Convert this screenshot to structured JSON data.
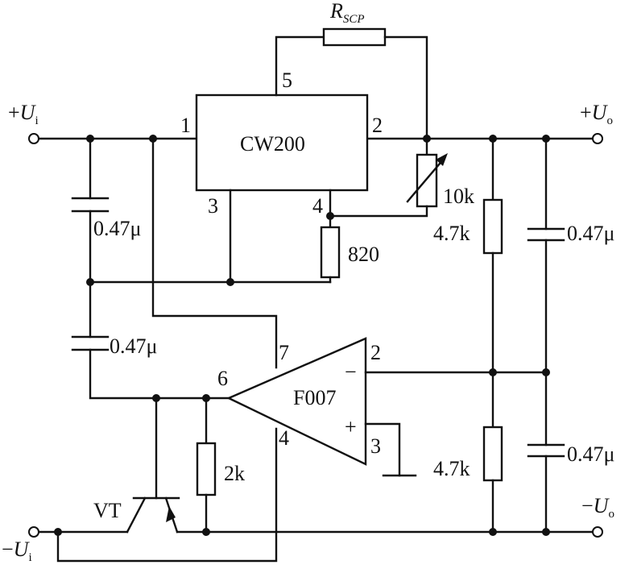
{
  "diagram": {
    "ic1": {
      "name": "CW200",
      "pins": {
        "p1": "1",
        "p2": "2",
        "p3": "3",
        "p4": "4",
        "p5": "5"
      }
    },
    "ic2": {
      "name": "F007",
      "pins": {
        "p2": "2",
        "p3": "3",
        "p4": "4",
        "p6": "6",
        "p7": "7"
      },
      "minus": "−",
      "plus": "+"
    },
    "resistors": {
      "rscp_main": "R",
      "rscp_sub": "SCP",
      "pot": "10k",
      "r820": "820",
      "r47_top": "4.7k",
      "r47_bot": "4.7k",
      "r2k": "2k"
    },
    "capacitors": {
      "c_top": "0.47μ",
      "c_mid": "0.47μ",
      "c_right_top": "0.47μ",
      "c_right_bot": "0.47μ"
    },
    "transistor": "VT",
    "terminals": {
      "in_pos_sign": "+",
      "in_pos_main": "U",
      "in_pos_sub": "i",
      "in_neg_sign": "−",
      "in_neg_main": "U",
      "in_neg_sub": "i",
      "out_pos_sign": "+",
      "out_pos_main": "U",
      "out_pos_sub": "o",
      "out_neg_sign": "−",
      "out_neg_main": "U",
      "out_neg_sub": "o"
    }
  }
}
